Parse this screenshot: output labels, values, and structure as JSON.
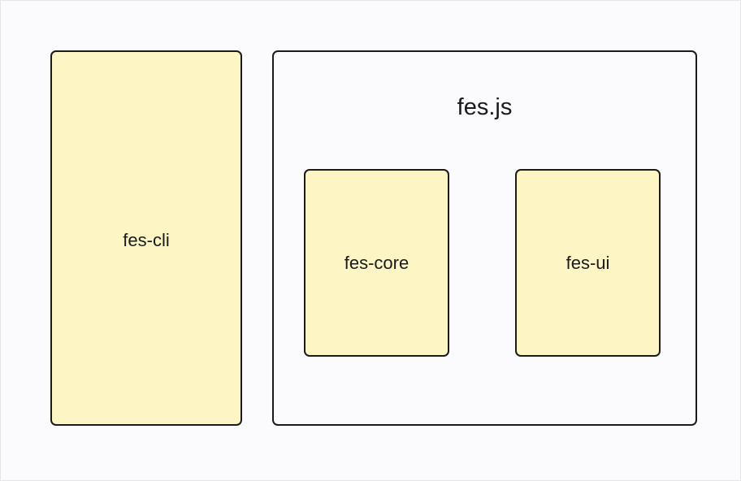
{
  "diagram": {
    "left_box": {
      "label": "fes-cli"
    },
    "group": {
      "title": "fes.js",
      "children": [
        {
          "label": "fes-core"
        },
        {
          "label": "fes-ui"
        }
      ]
    }
  },
  "colors": {
    "module_fill": "#fdf5c4",
    "group_fill": "#fbfbfd",
    "border": "#1b1b1b",
    "background": "#fbfbfd"
  }
}
